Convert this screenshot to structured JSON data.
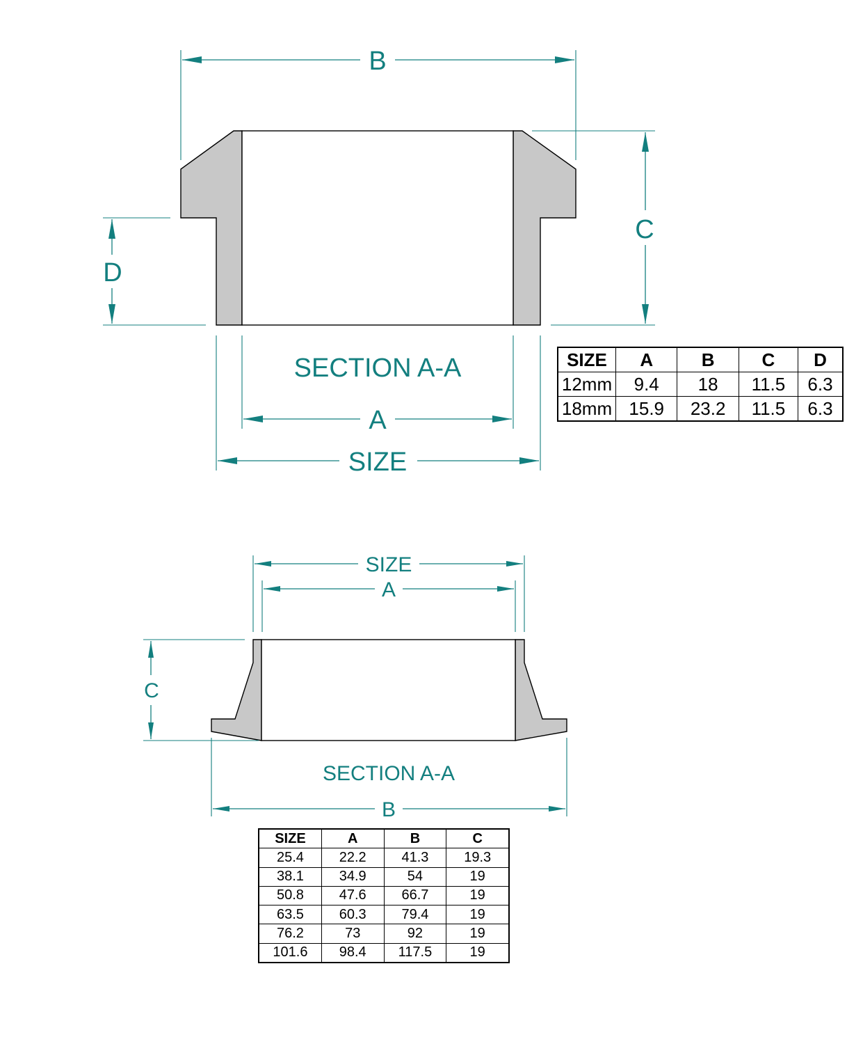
{
  "drawing_top": {
    "dimensions": {
      "b": "B",
      "c": "C",
      "d": "D",
      "a": "A",
      "size": "SIZE"
    },
    "section_label": "SECTION A-A"
  },
  "table_top": {
    "headers": [
      "SIZE",
      "A",
      "B",
      "C",
      "D"
    ],
    "rows": [
      [
        "12mm",
        "9.4",
        "18",
        "11.5",
        "6.3"
      ],
      [
        "18mm",
        "15.9",
        "23.2",
        "11.5",
        "6.3"
      ]
    ]
  },
  "drawing_bottom": {
    "dimensions": {
      "size": "SIZE",
      "a": "A",
      "c": "C",
      "b": "B"
    },
    "section_label": "SECTION A-A"
  },
  "table_bottom": {
    "headers": [
      "SIZE",
      "A",
      "B",
      "C"
    ],
    "rows": [
      [
        "25.4",
        "22.2",
        "41.3",
        "19.3"
      ],
      [
        "38.1",
        "34.9",
        "54",
        "19"
      ],
      [
        "50.8",
        "47.6",
        "66.7",
        "19"
      ],
      [
        "63.5",
        "60.3",
        "79.4",
        "19"
      ],
      [
        "76.2",
        "73",
        "92",
        "19"
      ],
      [
        "101.6",
        "98.4",
        "117.5",
        "19"
      ]
    ]
  },
  "colors": {
    "dimension": "#137f7f",
    "part_fill": "#c8c8c8",
    "outline": "#000000"
  }
}
